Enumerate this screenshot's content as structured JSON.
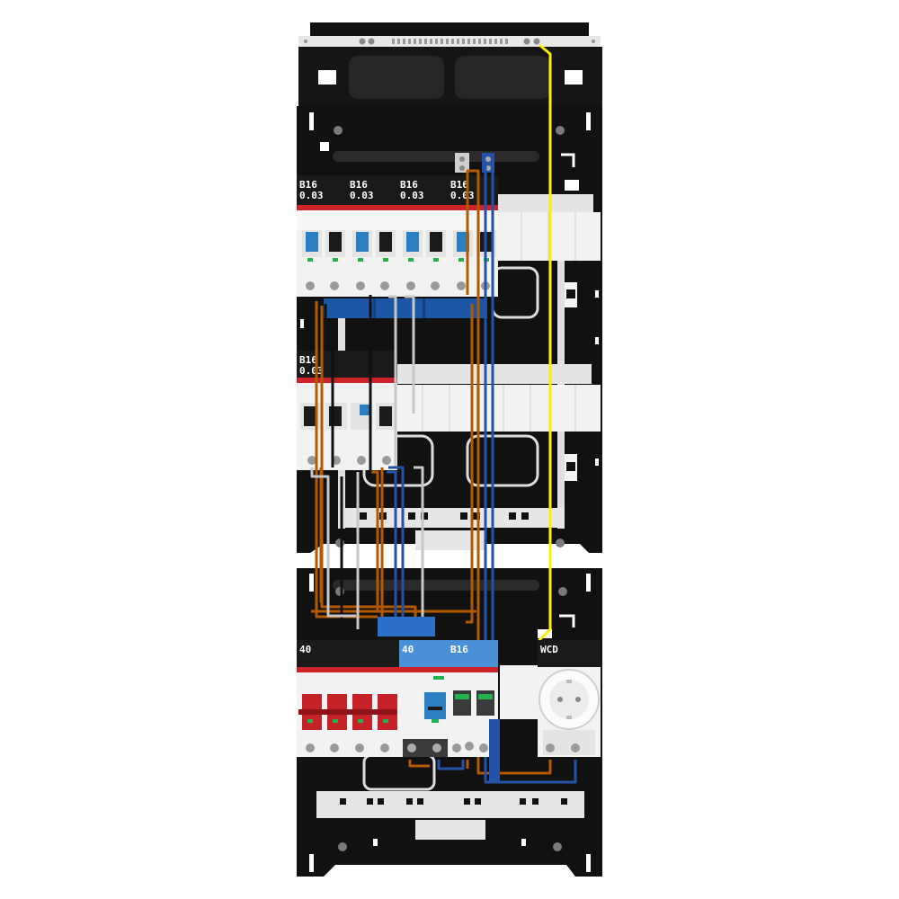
{
  "colors": {
    "cabinet": "#111111",
    "rail": "#e6e6e6",
    "brand_red": "#cc2229",
    "lever_blue": "#2b7fc2",
    "busbar_blue": "#1e56a6",
    "bridge_blue": "#4a90d9",
    "wire_brown": "#b35a00",
    "wire_black": "#111111",
    "wire_grey": "#c8c8c8",
    "wire_blue": "#2452a8",
    "wire_yellow": "#ffee00"
  },
  "top_row": {
    "breakers": [
      {
        "rating": "B16",
        "sensitivity": "0.03"
      },
      {
        "rating": "B16",
        "sensitivity": "0.03"
      },
      {
        "rating": "B16",
        "sensitivity": "0.03"
      },
      {
        "rating": "B16",
        "sensitivity": "0.03"
      }
    ]
  },
  "middle_row": {
    "breaker": {
      "rating": "B16",
      "sensitivity": "0.03"
    }
  },
  "bottom_row": {
    "main_switch": {
      "label": "40"
    },
    "rcd": {
      "label": "40"
    },
    "mcb": {
      "label": "B16"
    },
    "socket": {
      "label": "WCD"
    }
  },
  "icons": [
    "screw-icon",
    "socket-icon",
    "din-rail-icon",
    "busbar-icon"
  ]
}
